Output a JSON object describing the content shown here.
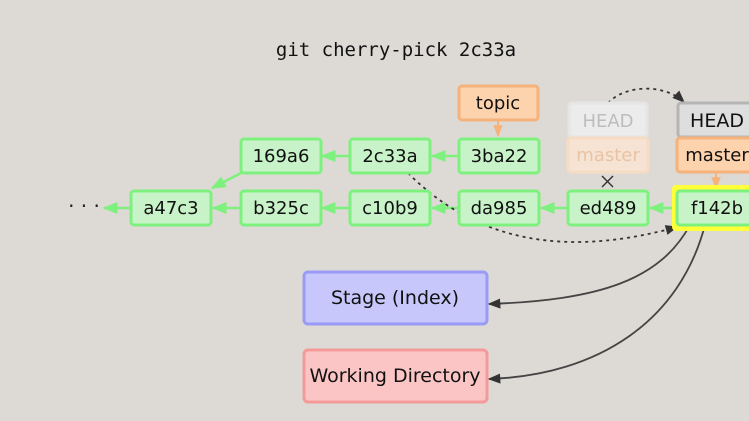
{
  "title": "git cherry-pick 2c33a",
  "ellipsis": "· · ·",
  "commits": {
    "a47c3": "a47c3",
    "b325c": "b325c",
    "c10b9": "c10b9",
    "da985": "da985",
    "ed489": "ed489",
    "f142b": "f142b",
    "169a6": "169a6",
    "2c33a": "2c33a",
    "3ba22": "3ba22"
  },
  "refs": {
    "topic": "topic",
    "head_old": "HEAD",
    "master_old": "master",
    "head_new": "HEAD",
    "master_new": "master"
  },
  "areas": {
    "stage": "Stage (Index)",
    "working": "Working Directory"
  },
  "colors": {
    "background": "#dddad6",
    "commit_fill": "#c8f2c8",
    "commit_stroke": "#7ef07e",
    "branch_fill": "#fdd3ae",
    "branch_stroke": "#f5b27a",
    "stage_fill": "#c7c7fb",
    "stage_stroke": "#9a9af7",
    "working_fill": "#fbc5c5",
    "working_stroke": "#f49a9a",
    "highlight": "#ffff3a"
  }
}
